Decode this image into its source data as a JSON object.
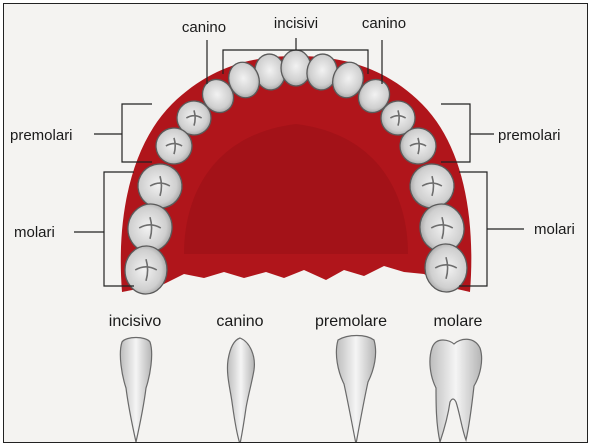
{
  "labels": {
    "canino_left": "canino",
    "incisivi": "incisivi",
    "canino_right": "canino",
    "premolari_left": "premolari",
    "premolari_right": "premolari",
    "molari_left": "molari",
    "molari_right": "molari"
  },
  "tooth_types": [
    {
      "label": "incisivo",
      "icon": "incisor-tooth-icon"
    },
    {
      "label": "canino",
      "icon": "canine-tooth-icon"
    },
    {
      "label": "premolare",
      "icon": "premolar-tooth-icon"
    },
    {
      "label": "molare",
      "icon": "molar-tooth-icon"
    }
  ],
  "colors": {
    "palate": "#b0151b",
    "tooth": "#d8d8d8",
    "tooth_outline": "#5a5a5a",
    "background": "#f4f3f1"
  }
}
